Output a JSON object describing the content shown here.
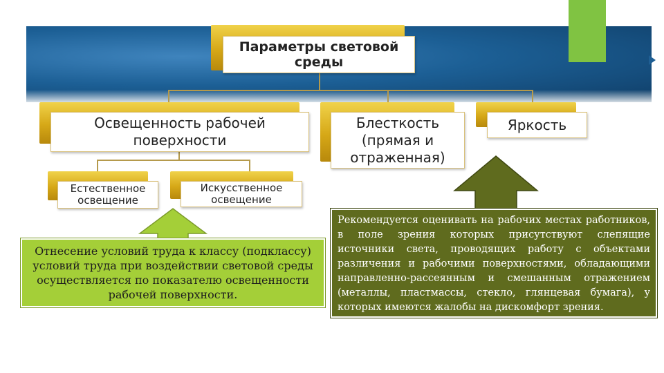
{
  "diagram": {
    "title": "Параметры световой\nсреды",
    "nodes": {
      "illumination": "Освещенность рабочей\nповерхности",
      "glare": "Блесткость\n(прямая и\nотраженная)",
      "brightness": "Яркость",
      "natural": "Естественное\nосвещение",
      "artificial": "Искусственное\nосвещение"
    },
    "notes": {
      "classification": "Отнесение условий труда к классу (подклассу) условий труда при воздействии световой среды осуществляется по показателю освещенности рабочей поверхности.",
      "recommendation": "Рекомендуется оценивать на рабочих местах работников, в поле зрения которых присутствуют слепящие источники света, проводящих работу с объектами различения и рабочими поверхностями, обладающими направленно-рассеянным и смешанным отражением (металлы, пластмассы, стекло, глянцевая бумага), у которых имеются жалобы на дискомфорт зрения."
    }
  },
  "colors": {
    "banner_blue": "#1c5f95",
    "accent_green": "#80c342",
    "gold": "#d6a817",
    "note_green": "#a4cf38",
    "note_olive": "#5f6b1e"
  }
}
